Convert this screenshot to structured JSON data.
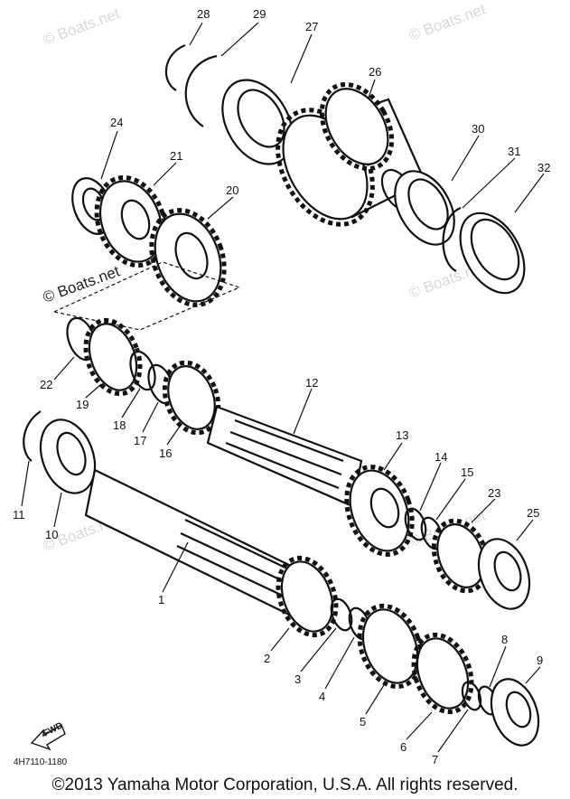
{
  "watermarks": {
    "tl": "© Boats.net",
    "tr": "© Boats.net",
    "mid_left": "© Boats.net",
    "mid_right": "© Boats.net",
    "low_left": "© Boats.net",
    "low_right": "© Boats.net"
  },
  "callouts": {
    "c1": "1",
    "c2": "2",
    "c3": "3",
    "c4": "4",
    "c5": "5",
    "c6": "6",
    "c7": "7",
    "c8": "8",
    "c9": "9",
    "c10": "10",
    "c11": "11",
    "c12": "12",
    "c13": "13",
    "c14": "14",
    "c15": "15",
    "c16": "16",
    "c17": "17",
    "c18": "18",
    "c19": "19",
    "c20": "20",
    "c21": "21",
    "c22": "22",
    "c23": "23",
    "c24": "24",
    "c25": "25",
    "c26": "26",
    "c27": "27",
    "c28": "28",
    "c29": "29",
    "c30": "30",
    "c31": "31",
    "c32": "32"
  },
  "fwd_label": "FWD",
  "drawing_code": "4H7110-1180",
  "copyright": "©2013 Yamaha Motor Corporation, U.S.A. All rights reserved."
}
